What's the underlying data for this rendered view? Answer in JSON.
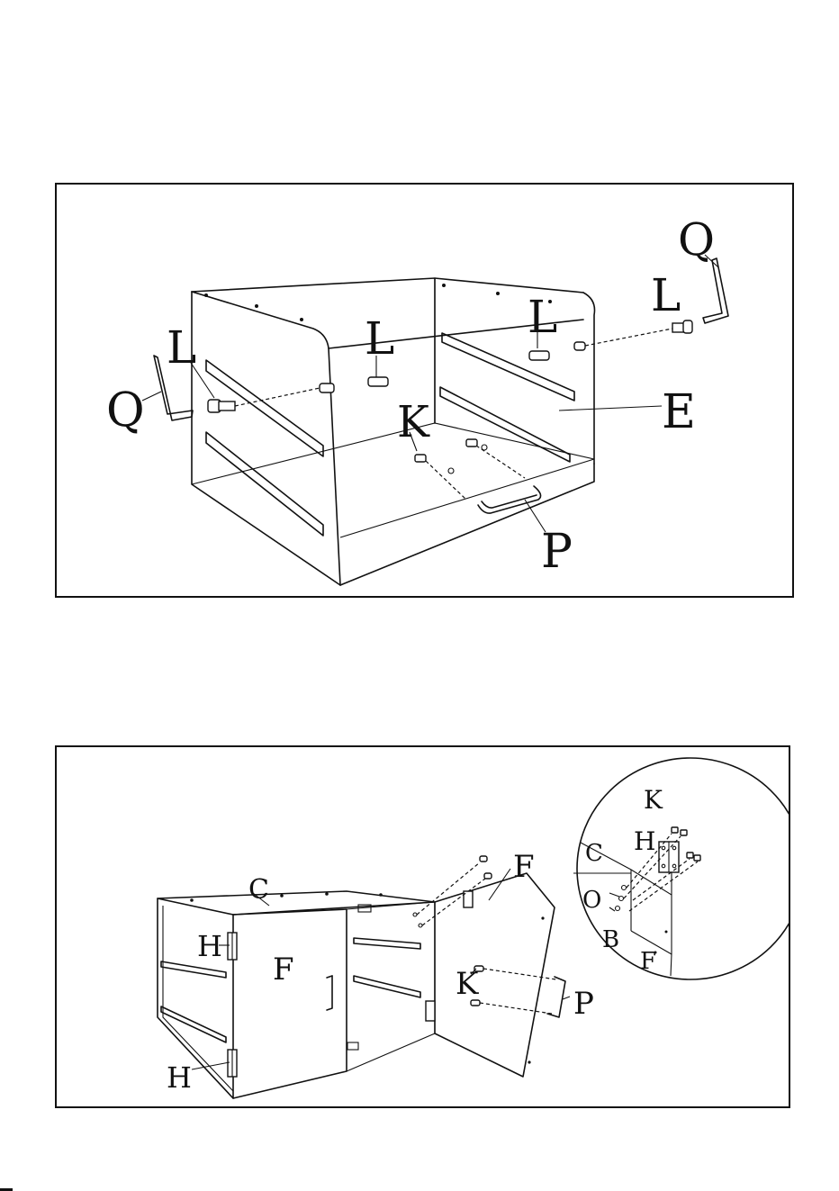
{
  "figure1": {
    "labels": {
      "q_left": "Q",
      "l_left": "L",
      "l_center": "L",
      "l_right": "L",
      "l_far_right": "L",
      "q_right": "Q",
      "k": "K",
      "e": "E",
      "p": "P"
    }
  },
  "figure2": {
    "labels": {
      "c": "C",
      "f_front": "F",
      "f_door": "F",
      "h_top": "H",
      "h_bottom": "H",
      "k": "K",
      "p": "P"
    },
    "detail": {
      "k": "K",
      "h": "H",
      "c": "C",
      "o": "O",
      "b": "B",
      "f": "F"
    }
  }
}
